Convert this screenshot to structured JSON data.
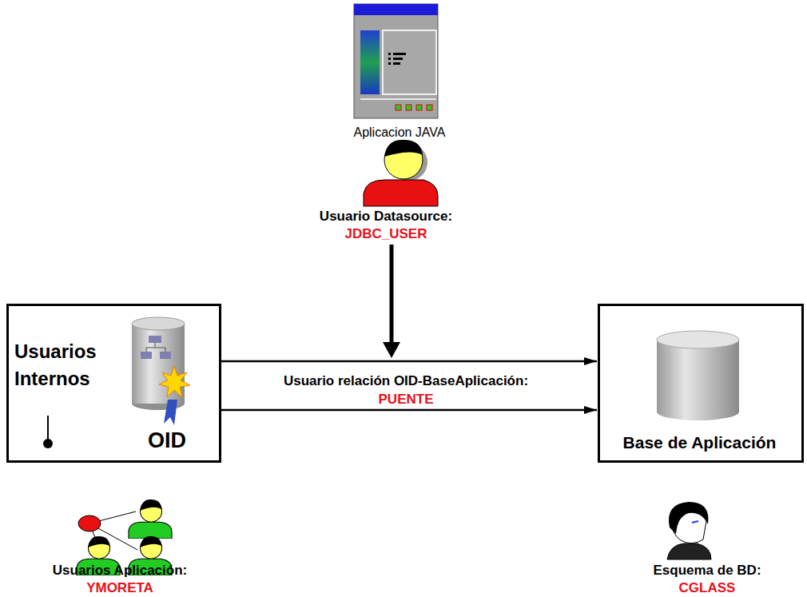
{
  "diagram": {
    "nodes": [
      {
        "text": [
          "Usuarios Internos",
          "OID"
        ]
      },
      {
        "text": [
          "Base de Aplicación"
        ]
      }
    ],
    "edges": [
      {
        "from": 0,
        "to": 1,
        "arrow": "to"
      },
      {
        "from": 0,
        "to": 1,
        "arrow": "to"
      }
    ],
    "labels": [
      "Aplicacion JAVA",
      "Usuario Datasource:",
      "JDBC_USER",
      "Usuario relación OID-BaseAplicación:",
      "PUENTE",
      "Usuarios Aplicación:",
      "YMORETA",
      "Esquema de BD:",
      "CGLASS"
    ]
  }
}
